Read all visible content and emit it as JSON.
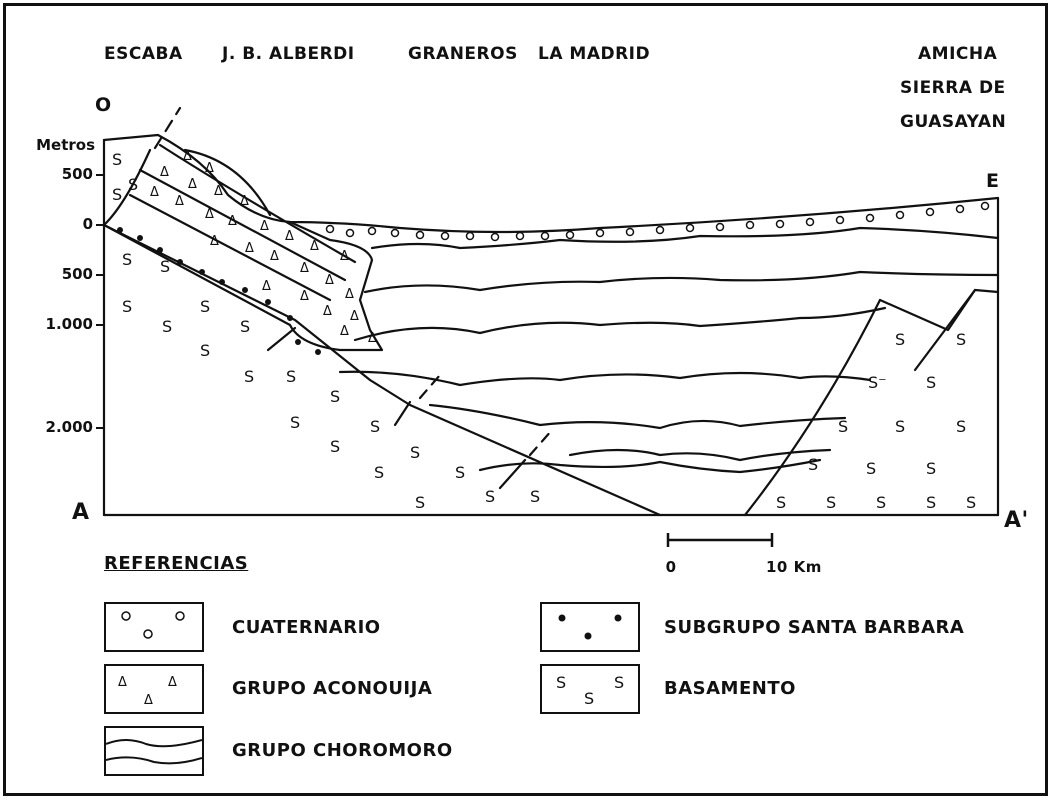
{
  "localities": {
    "escaba": "ESCABA",
    "alberdi": "J. B. ALBERDI",
    "graneros": "GRANEROS",
    "la_madrid": "LA MADRID",
    "amicha": "AMICHA",
    "sierra_de": "SIERRA DE",
    "guasayan": "GUASAYAN"
  },
  "orientation": {
    "west": "O",
    "east": "E"
  },
  "section_ends": {
    "left": "A",
    "right": "A'"
  },
  "depth_axis": {
    "unit_label": "Metros",
    "ticks": [
      "500",
      "0",
      "500",
      "1.000",
      "2.000"
    ]
  },
  "scale_bar": {
    "start": "0",
    "end": "10 Km"
  },
  "legend": {
    "title": "REFERENCIAS",
    "items": [
      {
        "pattern": "circles",
        "label": "CUATERNARIO"
      },
      {
        "pattern": "triangles",
        "label": "GRUPO ACONOUIJA"
      },
      {
        "pattern": "wavy-lines",
        "label": "GRUPO CHOROMORO"
      },
      {
        "pattern": "dots",
        "label": "SUBGRUPO SANTA BARBARA"
      },
      {
        "pattern": "s-letters",
        "label": "BASAMENTO"
      }
    ]
  }
}
